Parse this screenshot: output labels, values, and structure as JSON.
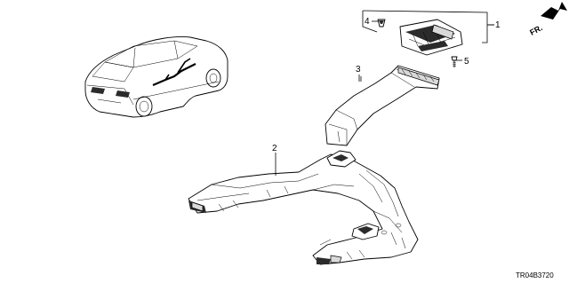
{
  "diagram": {
    "callouts": [
      {
        "id": "1",
        "label": "1"
      },
      {
        "id": "2",
        "label": "2"
      },
      {
        "id": "3",
        "label": "3"
      },
      {
        "id": "4",
        "label": "4"
      },
      {
        "id": "5",
        "label": "5"
      }
    ],
    "direction_label": "FR.",
    "diagram_code": "TR04B3720"
  }
}
